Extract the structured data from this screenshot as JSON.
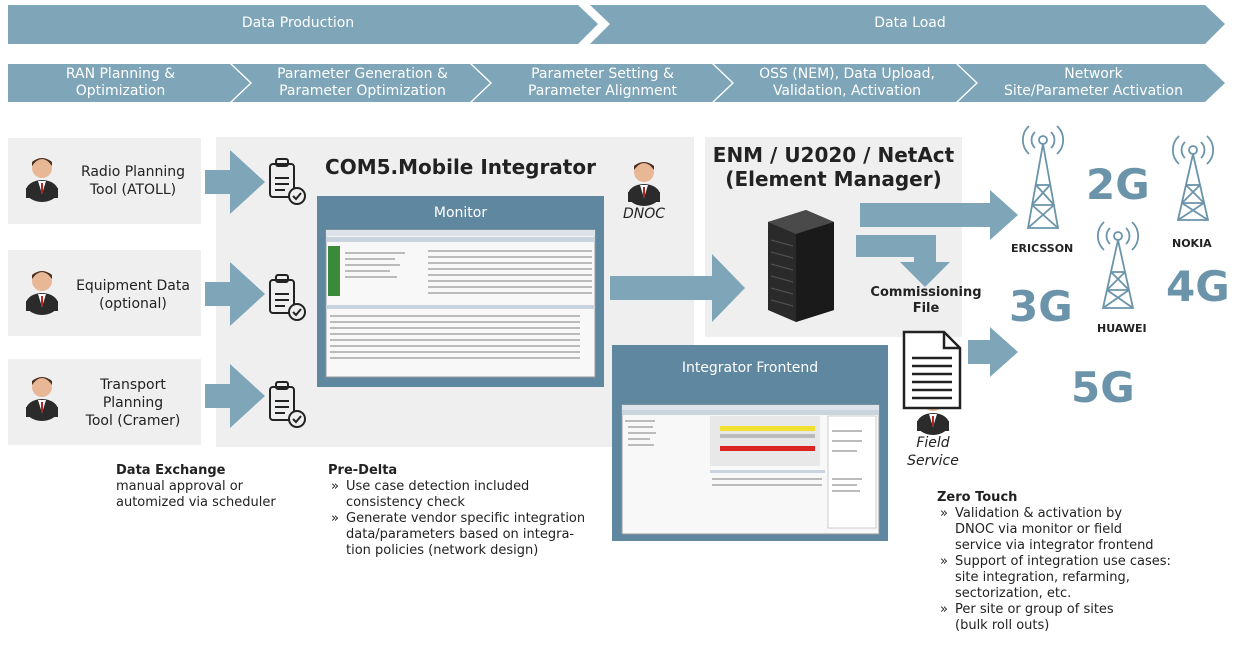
{
  "top_stages": [
    "Data Production",
    "Data Load"
  ],
  "process_steps": [
    "RAN Planning &\nOptimization",
    "Parameter Generation &\nParameter Optimization",
    "Parameter Setting &\nParameter Alignment",
    "OSS (NEM), Data Upload,\nValidation, Activation",
    "Network\nSite/Parameter Activation"
  ],
  "sources": [
    {
      "label": "Radio Planning\nTool (ATOLL)"
    },
    {
      "label": "Equipment Data\n(optional)"
    },
    {
      "label": "Transport\nPlanning\nTool (Cramer)"
    }
  ],
  "integrator_title": "COM5.Mobile Integrator",
  "monitor_label": "Monitor",
  "frontend_label": "Integrator Frontend",
  "dnoc_label": "DNOC",
  "element_manager_title": "ENM / U2020 / NetAct\n(Element Manager)",
  "commissioning_label": "Commissioning\nFile",
  "field_service_label": "Field\nService",
  "technologies": [
    "2G",
    "3G",
    "4G",
    "5G"
  ],
  "vendors": [
    "ERICSSON",
    "HUAWEI",
    "NOKIA"
  ],
  "data_exchange": {
    "title": "Data Exchange",
    "text": "manual approval or\nautomized via scheduler"
  },
  "pre_delta": {
    "title": "Pre-Delta",
    "items": [
      "Use case detection included\nconsistency check",
      "Generate vendor specific integration\ndata/parameters based on integra-\ntion policies (network design)"
    ]
  },
  "zero_touch": {
    "title": "Zero Touch",
    "items": [
      "Validation & activation by\nDNOC via monitor or field\nservice via integrator frontend",
      "Support of integration use cases:\nsite integration, refarming,\nsectorization, etc.",
      "Per site or group of sites\n(bulk roll outs)"
    ]
  },
  "colors": {
    "arrow": "#7ea5b8",
    "panel": "#efefef",
    "steel": "#6e93a8",
    "frame": "#5f88a0"
  }
}
